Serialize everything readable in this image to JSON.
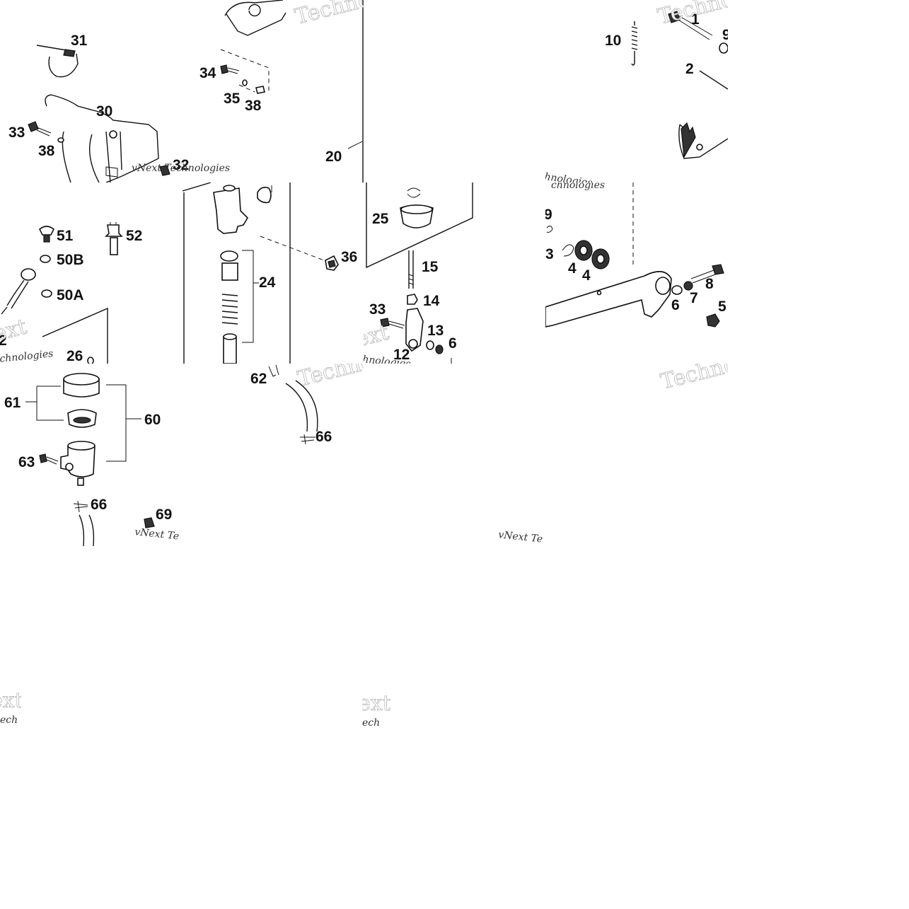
{
  "watermarks": {
    "brand": "Technologies",
    "brand_short": "Techno",
    "vnext": "vNext Technologies",
    "vnext_short": "vNext Te",
    "frag_ext": "ext",
    "frag_ech": "ech",
    "frag_chnologies": "chnologies",
    "frag_hologies": "hnologies"
  },
  "callouts": {
    "t1": [
      "31",
      "30",
      "33",
      "38",
      "34",
      "35",
      "38",
      "20",
      "32"
    ],
    "t2": [
      "10",
      "1",
      "9",
      "2"
    ],
    "t3": [
      "51",
      "52",
      "50B",
      "50A",
      "2",
      "26"
    ],
    "t4": [
      "24"
    ],
    "t5": [
      "36",
      "25",
      "15",
      "14",
      "33",
      "13",
      "6",
      "12"
    ],
    "t6": [
      "9",
      "3",
      "4",
      "4",
      "8",
      "7",
      "6",
      "5"
    ],
    "t7": [
      "61",
      "60",
      "63",
      "66",
      "69"
    ],
    "t8": [
      "62",
      "66"
    ]
  }
}
